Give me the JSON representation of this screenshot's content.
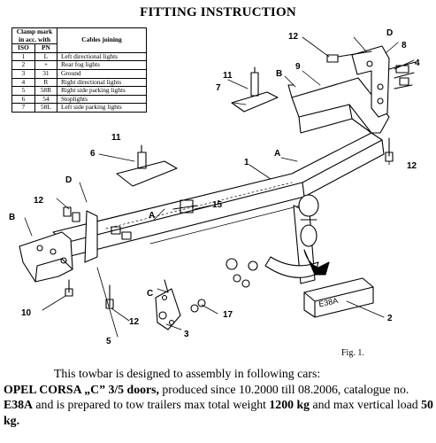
{
  "title": "FITTING INSTRUCTION",
  "table": {
    "header_clamp": "Clamp mark in acc. with",
    "header_cables": "Cables joining",
    "col_iso": "ISO",
    "col_pn": "PN",
    "rows": [
      {
        "iso": "1",
        "pn": "L",
        "cable": "Left directional lights"
      },
      {
        "iso": "2",
        "pn": "+",
        "cable": "Rear fog lights"
      },
      {
        "iso": "3",
        "pn": "31",
        "cable": "Ground"
      },
      {
        "iso": "4",
        "pn": "R",
        "cable": "Right directional lights"
      },
      {
        "iso": "5",
        "pn": "58R",
        "cable": "Right side parking lights"
      },
      {
        "iso": "6",
        "pn": "54",
        "cable": "Stoplights"
      },
      {
        "iso": "7",
        "pn": "58L",
        "cable": "Left side parking lights"
      }
    ]
  },
  "labels": {
    "p1": "1",
    "p2": "2",
    "p3": "3",
    "p4": "4",
    "p5": "5",
    "p6": "6",
    "p7": "7",
    "p8": "8",
    "p9": "9",
    "p10": "10",
    "p11a": "11",
    "p11b": "11",
    "p12a": "12",
    "p12b": "12",
    "p12c": "12",
    "p12d": "12",
    "p15": "15",
    "p17": "17",
    "A1": "A",
    "A2": "A",
    "B1": "B",
    "B2": "B",
    "C": "C",
    "D1": "D",
    "D2": "D",
    "plate": "E38A"
  },
  "figure_label": "Fig. 1.",
  "description": {
    "line1": "This towbar is designed to assembly in following cars:",
    "car": "OPEL CORSA „C” 3/5 doors,",
    "produced": " produced since 10.2000 till 08.2006, catalogue no. ",
    "catalogue": "E38A",
    "trail": " and is prepared to tow trailers max total weight ",
    "weight": "1200 kg",
    "and": " and max vertical load ",
    "load": "50 kg."
  }
}
